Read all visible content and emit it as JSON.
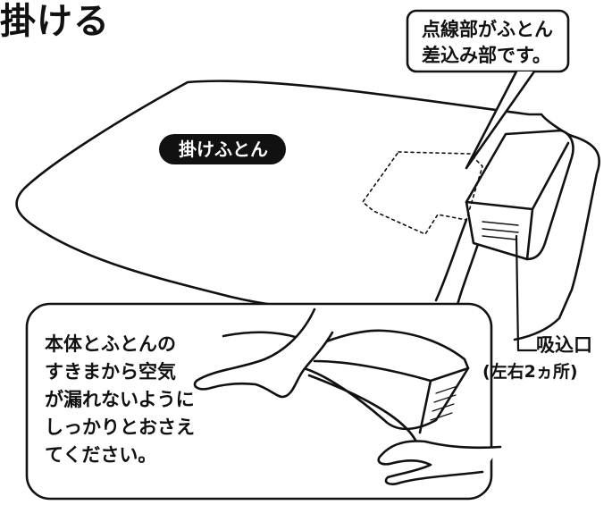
{
  "heading": "掛ける",
  "callout": "点線部がふとん\n差込み部です。",
  "quilt_label": "掛けふとん",
  "instruction": "本体とふとんの\nすきまから空気\nが漏れないように\nしっかりとおさえ\nてください。",
  "intake": {
    "label": "吸込口",
    "note": "(左右2ヵ所)"
  },
  "colors": {
    "line": "#111111",
    "label_fill": "#111111",
    "background": "#ffffff"
  }
}
